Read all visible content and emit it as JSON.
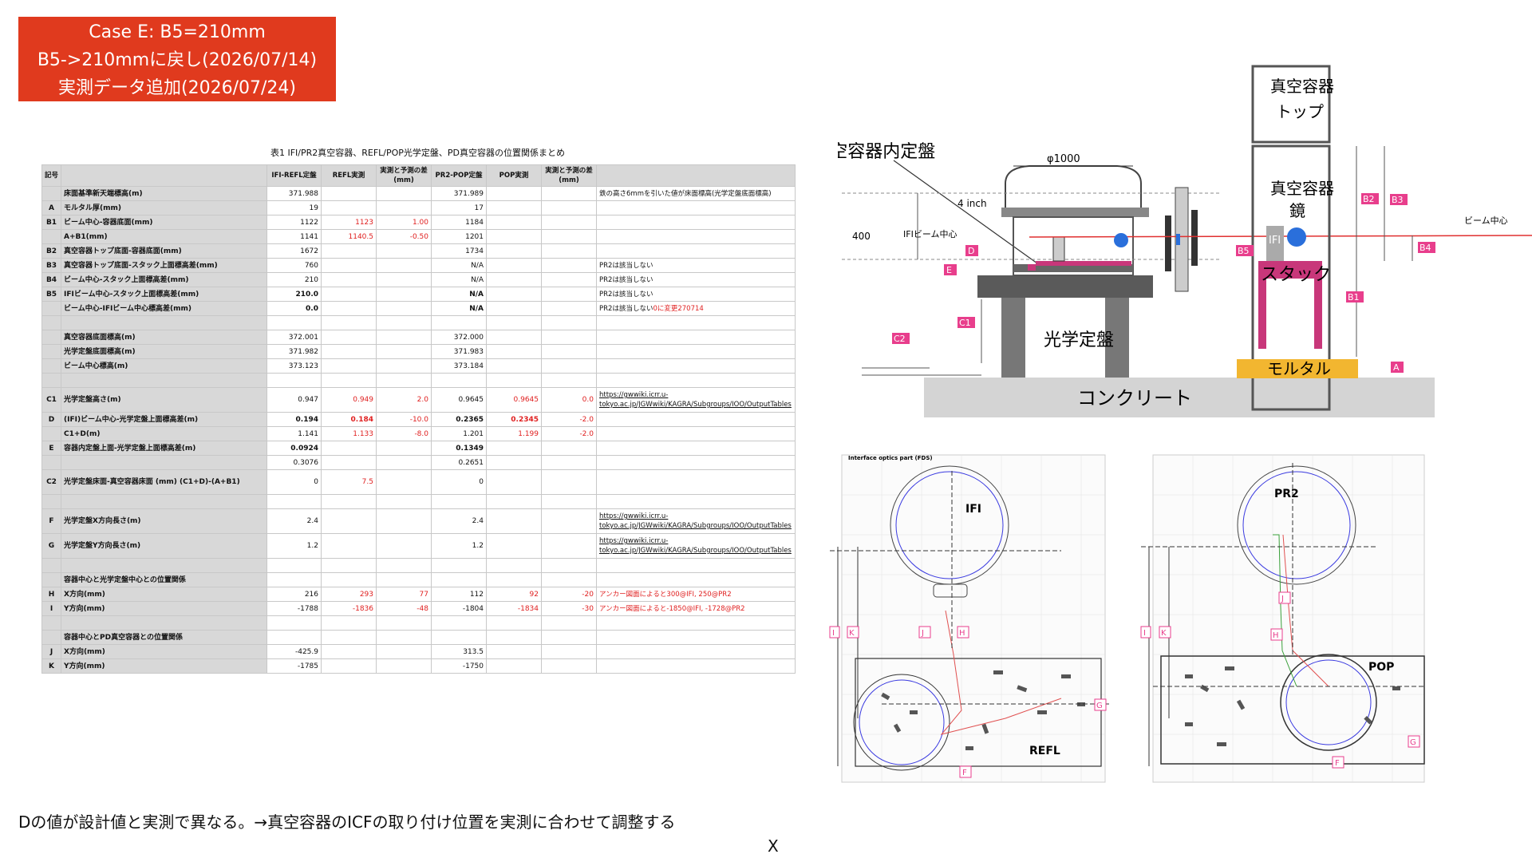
{
  "header_box": {
    "line1": "Case E: B5=210mm",
    "line2": "B5->210mmに戻し(2026/07/14)",
    "line3": "実測データ追加(2026/07/24)",
    "color": "#e03a1e"
  },
  "table": {
    "title": "表1 IFI/PR2真空容器、REFL/POP光学定盤、PD真空容器の位置関係まとめ",
    "headers": [
      "記号",
      "",
      "IFI-REFL定盤",
      "REFL実測",
      "実測と予測の差(mm)",
      "PR2-POP定盤",
      "POP実測",
      "実測と予測の差(mm)",
      ""
    ],
    "rows": [
      {
        "sym": "",
        "label": "床面基準新天端標高(m)",
        "c1": "371.988",
        "c2": "",
        "c3": "",
        "c4": "371.989",
        "c5": "",
        "c6": "",
        "note": "鉄の高さ6mmを引いた値が床面標高(光学定盤底面標高)"
      },
      {
        "sym": "A",
        "label": "モルタル厚(mm)",
        "c1": "19",
        "c2": "",
        "c3": "",
        "c4": "17",
        "c5": "",
        "c6": "",
        "note": ""
      },
      {
        "sym": "B1",
        "label": "ビーム中心-容器底面(mm)",
        "c1": "1122",
        "c2": "1123",
        "c3": "1.00",
        "c4": "1184",
        "c5": "",
        "c6": "",
        "note": ""
      },
      {
        "sym": "",
        "label": "A+B1(mm)",
        "c1": "1141",
        "c2": "1140.5",
        "c3": "-0.50",
        "c4": "1201",
        "c5": "",
        "c6": "",
        "note": ""
      },
      {
        "sym": "B2",
        "label": "真空容器トップ底面-容器底面(mm)",
        "c1": "1672",
        "c2": "",
        "c3": "",
        "c4": "1734",
        "c5": "",
        "c6": "",
        "note": ""
      },
      {
        "sym": "B3",
        "label": "真空容器トップ底面-スタック上面標高差(mm)",
        "c1": "760",
        "c2": "",
        "c3": "",
        "c4": "N/A",
        "c5": "",
        "c6": "",
        "note": "PR2は該当しない"
      },
      {
        "sym": "B4",
        "label": "ビーム中心-スタック上面標高差(mm)",
        "c1": "210",
        "c2": "",
        "c3": "",
        "c4": "N/A",
        "c5": "",
        "c6": "",
        "note": "PR2は該当しない"
      },
      {
        "sym": "B5",
        "label": "IFIビーム中心-スタック上面標高差(mm)",
        "c1": "210.0",
        "c2": "",
        "c3": "",
        "c4": "N/A",
        "c5": "",
        "c6": "",
        "note": "PR2は該当しない"
      },
      {
        "sym": "",
        "label": "ビーム中心-IFIビーム中心標高差(mm)",
        "c1": "0.0",
        "c2": "",
        "c3": "",
        "c4": "N/A",
        "c5": "",
        "c6": "",
        "note": "PR2は該当しない",
        "note_red": "0に変更270714"
      },
      {
        "sym": "",
        "label": "",
        "c1": "",
        "c2": "",
        "c3": "",
        "c4": "",
        "c5": "",
        "c6": "",
        "note": ""
      },
      {
        "sym": "",
        "label": "真空容器底面標高(m)",
        "c1": "372.001",
        "c2": "",
        "c3": "",
        "c4": "372.000",
        "c5": "",
        "c6": "",
        "note": ""
      },
      {
        "sym": "",
        "label": "光学定盤底面標高(m)",
        "c1": "371.982",
        "c2": "",
        "c3": "",
        "c4": "371.983",
        "c5": "",
        "c6": "",
        "note": ""
      },
      {
        "sym": "",
        "label": "ビーム中心標高(m)",
        "c1": "373.123",
        "c2": "",
        "c3": "",
        "c4": "373.184",
        "c5": "",
        "c6": "",
        "note": ""
      },
      {
        "sym": "",
        "label": "",
        "c1": "",
        "c2": "",
        "c3": "",
        "c4": "",
        "c5": "",
        "c6": "",
        "note": ""
      },
      {
        "sym": "C1",
        "label": "光学定盤高さ(m)",
        "c1": "0.947",
        "c2": "0.949",
        "c3": "2.0",
        "c4": "0.9645",
        "c5": "0.9645",
        "c6": "0.0",
        "note": "https://gwwiki.icrr.u-tokyo.ac.jp/JGWwiki/KAGRA/Subgroups/IOO/OutputTables",
        "link": true
      },
      {
        "sym": "D",
        "label": "(IFI)ビーム中心-光学定盤上面標高差(m)",
        "c1": "0.194",
        "c2": "0.184",
        "c3": "-10.0",
        "c4": "0.2365",
        "c5": "0.2345",
        "c6": "-2.0",
        "note": ""
      },
      {
        "sym": "",
        "label": "C1+D(m)",
        "c1": "1.141",
        "c2": "1.133",
        "c3": "-8.0",
        "c4": "1.201",
        "c5": "1.199",
        "c6": "-2.0",
        "note": ""
      },
      {
        "sym": "E",
        "label": "容器内定盤上面-光学定盤上面標高差(m)",
        "c1": "0.0924",
        "c2": "",
        "c3": "",
        "c4": "0.1349",
        "c5": "",
        "c6": "",
        "note": ""
      },
      {
        "sym": "",
        "label": "",
        "c1": "0.3076",
        "c2": "",
        "c3": "",
        "c4": "0.2651",
        "c5": "",
        "c6": "",
        "note": ""
      },
      {
        "sym": "C2",
        "label": "光学定盤床面-真空容器床面 (mm) (C1+D)-(A+B1)",
        "c1": "0",
        "c2": "7.5",
        "c3": "",
        "c4": "0",
        "c5": "",
        "c6": "",
        "note": ""
      },
      {
        "sym": "",
        "label": "",
        "c1": "",
        "c2": "",
        "c3": "",
        "c4": "",
        "c5": "",
        "c6": "",
        "note": ""
      },
      {
        "sym": "F",
        "label": "光学定盤X方向長さ(m)",
        "c1": "2.4",
        "c2": "",
        "c3": "",
        "c4": "2.4",
        "c5": "",
        "c6": "",
        "note": "https://gwwiki.icrr.u-tokyo.ac.jp/JGWwiki/KAGRA/Subgroups/IOO/OutputTables",
        "link": true
      },
      {
        "sym": "G",
        "label": "光学定盤Y方向長さ(m)",
        "c1": "1.2",
        "c2": "",
        "c3": "",
        "c4": "1.2",
        "c5": "",
        "c6": "",
        "note": "https://gwwiki.icrr.u-tokyo.ac.jp/JGWwiki/KAGRA/Subgroups/IOO/OutputTables",
        "link": true
      },
      {
        "sym": "",
        "label": "",
        "c1": "",
        "c2": "",
        "c3": "",
        "c4": "",
        "c5": "",
        "c6": "",
        "note": ""
      },
      {
        "sym": "",
        "label": "容器中心と光学定盤中心との位置関係",
        "c1": "",
        "c2": "",
        "c3": "",
        "c4": "",
        "c5": "",
        "c6": "",
        "note": ""
      },
      {
        "sym": "H",
        "label": "X方向(mm)",
        "c1": "216",
        "c2": "293",
        "c3": "77",
        "c4": "112",
        "c5": "92",
        "c6": "-20",
        "note": "アンカー図面によると300@IFI, 250@PR2",
        "note_is_red": true
      },
      {
        "sym": "I",
        "label": "Y方向(mm)",
        "c1": "-1788",
        "c2": "-1836",
        "c3": "-48",
        "c4": "-1804",
        "c5": "-1834",
        "c6": "-30",
        "note": "アンカー図面によると-1850@IFI, -1728@PR2",
        "note_is_red": true
      },
      {
        "sym": "",
        "label": "",
        "c1": "",
        "c2": "",
        "c3": "",
        "c4": "",
        "c5": "",
        "c6": "",
        "note": ""
      },
      {
        "sym": "",
        "label": "容器中心とPD真空容器との位置関係",
        "c1": "",
        "c2": "",
        "c3": "",
        "c4": "",
        "c5": "",
        "c6": "",
        "note": ""
      },
      {
        "sym": "J",
        "label": "X方向(mm)",
        "c1": "-425.9",
        "c2": "",
        "c3": "",
        "c4": "313.5",
        "c5": "",
        "c6": "",
        "note": ""
      },
      {
        "sym": "K",
        "label": "Y方向(mm)",
        "c1": "-1785",
        "c2": "",
        "c3": "",
        "c4": "-1750",
        "c5": "",
        "c6": "",
        "note": ""
      }
    ]
  },
  "diagram": {
    "pd_label": "PD真空容器内定盤",
    "phi": "φ1000",
    "inch": "4 inch",
    "h400": "400",
    "ifi_beam": "IFIビーム中心",
    "beam_center": "ビーム中心",
    "optical_table": "光学定盤",
    "concrete": "コンクリート",
    "mortar": "モルタル",
    "stack": "スタック",
    "vac_top_1": "真空容器",
    "vac_top_2": "トップ",
    "vac_mirror_1": "真空容器",
    "vac_mirror_2": "鏡",
    "ifi": "IFI",
    "tags": {
      "D": "D",
      "E": "E",
      "C1": "C1",
      "C2": "C2",
      "B1": "B1",
      "B2": "B2",
      "B3": "B3",
      "B4": "B4",
      "B5": "B5",
      "A": "A"
    },
    "tag_color": "#e83e8c",
    "mortar_color": "#f2b630",
    "stack_color": "#c8377a"
  },
  "layout_left": {
    "title": "Interface optics part (FDS)",
    "chamber": "IFI",
    "table": "REFL",
    "tags": {
      "I": "I",
      "K": "K",
      "J": "J",
      "H": "H",
      "G": "G",
      "F": "F"
    }
  },
  "layout_right": {
    "chamber": "PR2",
    "table": "POP",
    "tags": {
      "I": "I",
      "K": "K",
      "J": "J",
      "H": "H",
      "G": "G",
      "F": "F"
    }
  },
  "footer": {
    "text": "Dの値が設計値と実測で異なる。→真空容器のICFの取り付け位置を実測に合わせて調整する",
    "x": "X"
  }
}
